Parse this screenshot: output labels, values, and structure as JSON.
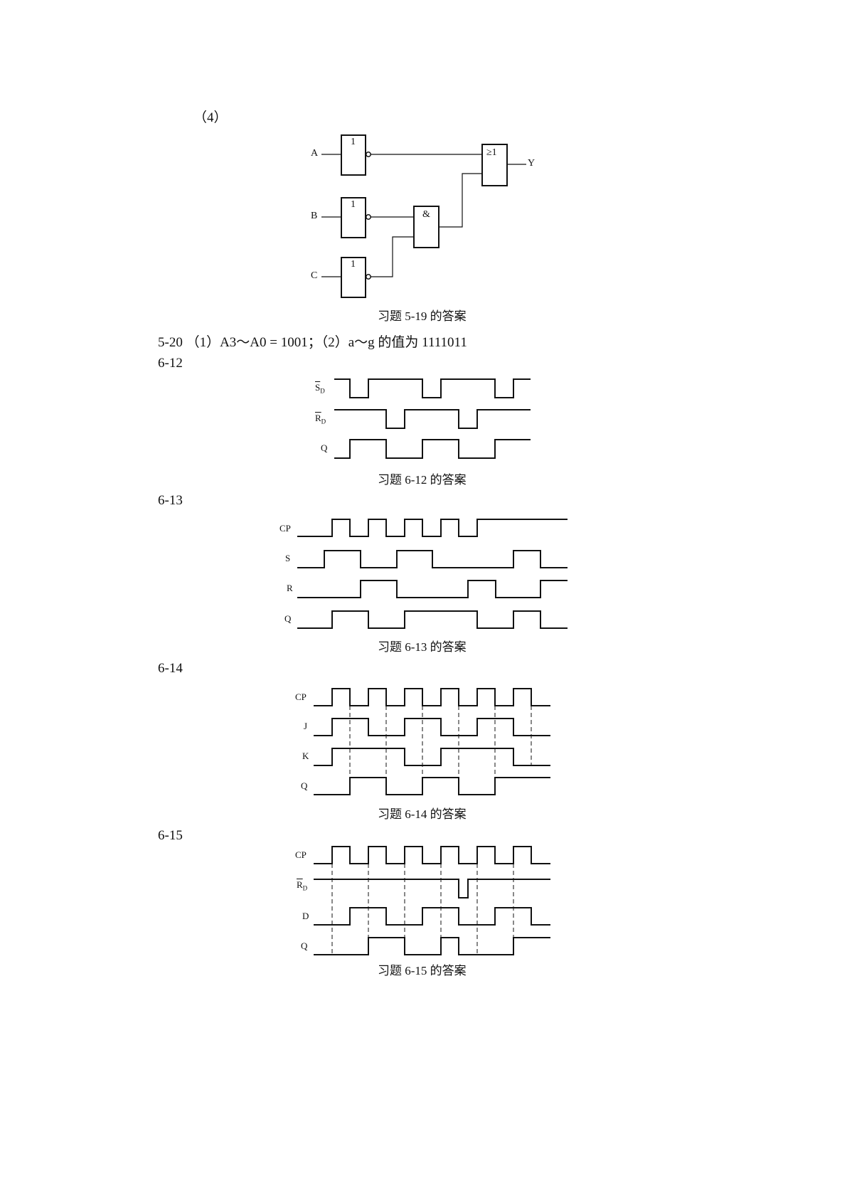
{
  "item4": {
    "label": "（4）",
    "inputs": [
      "A",
      "B",
      "C"
    ],
    "not_gate": "1",
    "and_gate": "&",
    "or_gate": "≥1",
    "output": "Y",
    "caption": "习题 5-19 的答案"
  },
  "answer_5_20": "5-20 （1）A3～A0 = 1001；（2）a～g 的值为 1111011",
  "p612": {
    "heading": "6-12",
    "signals": [
      {
        "bar": "S",
        "sub": "D"
      },
      {
        "bar": "R",
        "sub": "D"
      },
      {
        "name": "Q"
      }
    ],
    "caption": "习题 6-12 的答案"
  },
  "p613": {
    "heading": "6-13",
    "signals": [
      "CP",
      "S",
      "R",
      "Q"
    ],
    "caption": "习题 6-13 的答案"
  },
  "p614": {
    "heading": "6-14",
    "signals": [
      "CP",
      "J",
      "K",
      "Q"
    ],
    "caption": "习题 6-14 的答案"
  },
  "p615": {
    "heading": "6-15",
    "signals": [
      {
        "name": "CP"
      },
      {
        "bar": "R",
        "sub": "D"
      },
      {
        "name": "D"
      },
      {
        "name": "Q"
      }
    ],
    "caption": "习题 6-15 的答案"
  }
}
